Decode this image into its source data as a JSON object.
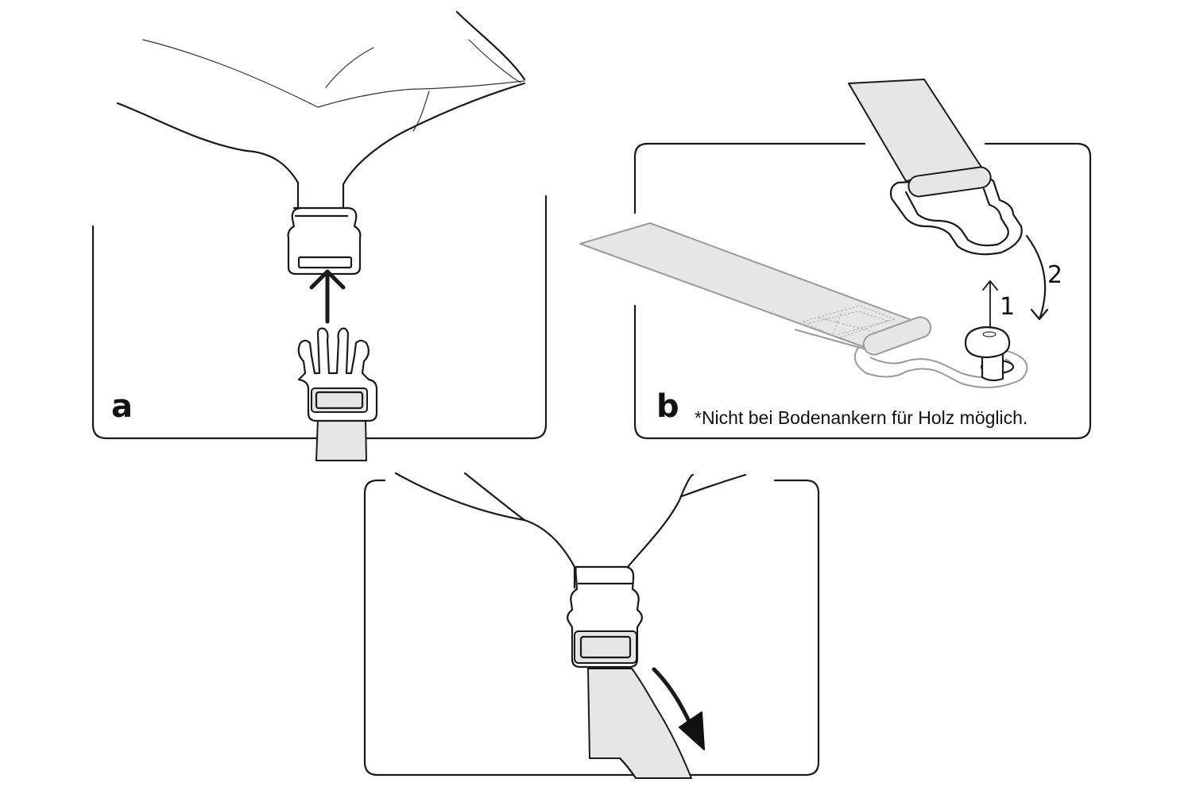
{
  "panels": {
    "a": {
      "label": "a"
    },
    "b": {
      "label": "b",
      "step1": "1",
      "step2": "2",
      "note": "*Nicht bei Bodenankern für Holz möglich."
    }
  },
  "colors": {
    "strap_fill": "#e6e6e6",
    "line": "#1a1a1a",
    "ghost_line": "#9a9a9a",
    "background": "#ffffff"
  },
  "icons": [
    "arrow-up-icon",
    "curved-arrow-icon",
    "tighten-arrow-icon"
  ]
}
